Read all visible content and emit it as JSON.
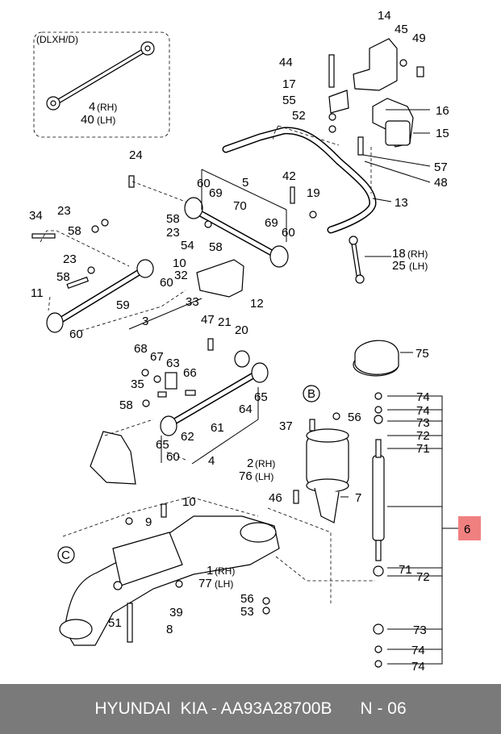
{
  "inset": {
    "variant": "(DLXH/D)"
  },
  "callouts": {
    "c14": "14",
    "c45": "45",
    "c49": "49",
    "c44": "44",
    "c17": "17",
    "c55": "55",
    "c52": "52",
    "c16": "16",
    "c15": "15",
    "c57": "57",
    "c48": "48",
    "c13": "13",
    "c24": "24",
    "c5": "5",
    "c60a": "60",
    "c69a": "69",
    "c70": "70",
    "c42": "42",
    "c19": "19",
    "c58a": "58",
    "c23a": "23",
    "c69b": "69",
    "c60b": "60",
    "c34": "34",
    "c23b": "23",
    "c58b": "58",
    "c54": "54",
    "c58c": "58",
    "c18": "18",
    "c25": "25",
    "c23c": "23",
    "c10a": "10",
    "c32": "32",
    "c58d": "58",
    "c60c": "60",
    "c11": "11",
    "c59": "59",
    "c3": "3",
    "c33": "33",
    "c12": "12",
    "c60d": "60",
    "c4": "4",
    "c40": "40",
    "c47": "47",
    "c21": "21",
    "c20": "20",
    "c75": "75",
    "c68": "68",
    "c67": "67",
    "c63": "63",
    "c66": "66",
    "c35": "35",
    "cB": "B",
    "c58e": "58",
    "c65a": "65",
    "c64": "64",
    "c74a": "74",
    "c74b": "74",
    "c73a": "73",
    "c72a": "72",
    "c71a": "71",
    "c37": "37",
    "c56a": "56",
    "c2": "2",
    "c76": "76",
    "c61": "61",
    "c65b": "65",
    "c62": "62",
    "c60e": "60",
    "c4b": "4",
    "c46": "46",
    "c7": "7",
    "c10b": "10",
    "c9": "9",
    "c6": "6",
    "cC": "C",
    "c1": "1",
    "c77": "77",
    "c71b": "71",
    "c72b": "72",
    "c39": "39",
    "c56b": "56",
    "c53": "53",
    "c51": "51",
    "c8": "8",
    "c73b": "73",
    "c74c": "74",
    "c74d": "74"
  },
  "side_labels": {
    "rh": "(RH)",
    "lh": "(LH)"
  },
  "footer": {
    "brand": "HYUNDAI  KIA - AA93A28700B",
    "page": "N - 06"
  },
  "colors": {
    "line": "#000000",
    "highlight": "#f08080",
    "footer_bg": "#7a7a7a",
    "footer_text": "#ffffff"
  }
}
